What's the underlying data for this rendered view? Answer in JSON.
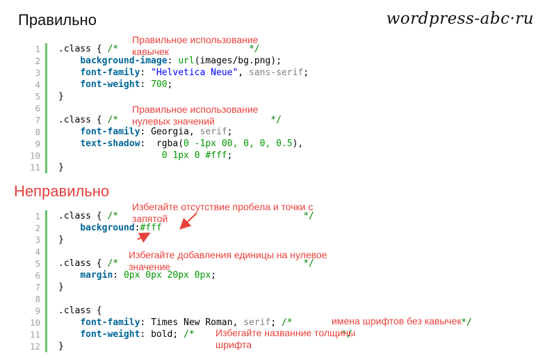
{
  "headings": {
    "correct": "Правильно",
    "wrong": "Неправильно"
  },
  "brand": "wordpress-abc·ru",
  "colors": {
    "accent_red": "#e8413c",
    "bar_green": "#6ac26a",
    "keyword": "#006699",
    "value": "#009900",
    "string": "#0000ff",
    "comment": "#008200"
  },
  "blocks": [
    {
      "numbers": [
        "1",
        "2",
        "3",
        "4",
        "5",
        "6",
        "7",
        "8",
        "9",
        "10",
        "11"
      ],
      "lines": [
        {
          "l1": ".class { ",
          "c": "/*",
          "sp": "                        ",
          "c2": "*/"
        },
        {
          "prop": "background-image",
          "p2": ": ",
          "v1": "url",
          "v2": "(images/bg.png);"
        },
        {
          "prop": "font-family",
          "p2": ": ",
          "s": "\"Helvetica Neue\"",
          "v2": ", ",
          "g": "sans-serif",
          "end": ";"
        },
        {
          "prop": "font-weight",
          "p2": ": ",
          "v1": "700",
          "end": ";"
        },
        {
          "t": "}"
        },
        {
          "t": ""
        },
        {
          "l1": ".class { ",
          "c": "/*",
          "sp": "                            ",
          "c2": "*/"
        },
        {
          "prop": "font-family",
          "p2": ": ",
          "t2": "Georgia, ",
          "g": "serif",
          "end": ";"
        },
        {
          "prop": "text-shadow",
          "p2": ": ",
          "v1": "0 -1px 0",
          "t2": " rgba(",
          "v3": "0, 0, 0, 0.5",
          "end": "),"
        },
        {
          "pad": "                   ",
          "v1": "0 1px 0 #fff",
          "end": ";"
        },
        {
          "t": "}"
        }
      ]
    },
    {
      "numbers": [
        "1",
        "2",
        "3",
        "4",
        "5",
        "6",
        "7",
        "8",
        "9",
        "10",
        "11",
        "12"
      ],
      "lines": [
        {
          "l1": ".class { ",
          "c": "/*",
          "sp": "                                  ",
          "c2": "*/"
        },
        {
          "prop": "background",
          "p2": ":",
          "v1": "#fff"
        },
        {
          "t": "}"
        },
        {
          "t": ""
        },
        {
          "l1": ".class { ",
          "c": "/*",
          "sp": "                                  ",
          "c2": "*/"
        },
        {
          "prop": "margin",
          "p2": ": ",
          "v1": "0px 0px 20px 0px",
          "end": ";"
        },
        {
          "t": "}"
        },
        {
          "t": ""
        },
        {
          "t": ".class {"
        },
        {
          "prop": "font-family",
          "p2": ": ",
          "t2": "Times New Roman, ",
          "g": "serif",
          "end": "; ",
          "c": "/*",
          "sp": "                               ",
          "c2": "*/"
        },
        {
          "prop": "font-weight",
          "p2": ": ",
          "t2": "bold; ",
          "c": "/*",
          "sp": "                           ",
          "c2": "*/"
        },
        {
          "t": "}"
        }
      ]
    }
  ],
  "notes": {
    "n1": "Правильное использование кавычек",
    "n2": "Правильное использование нулевых значений",
    "n3": "Избегайте отсутствие пробела и точки с запятой",
    "n4": "Избегайте добавления единицы на нулевое значение",
    "n5": "имена шрифтов без кавычек",
    "n6": "Избегайте названние толщины шрифта"
  }
}
